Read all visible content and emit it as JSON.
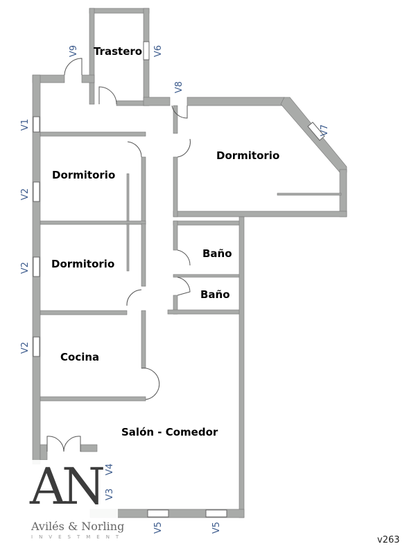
{
  "rooms": {
    "trastero": "Trastero",
    "dormitorio_right": "Dormitorio",
    "dormitorio_left_1": "Dormitorio",
    "dormitorio_left_2": "Dormitorio",
    "bano_1": "Baño",
    "bano_2": "Baño",
    "cocina": "Cocina",
    "salon": "Salón - Comedor"
  },
  "windows": {
    "v9": "V9",
    "v6": "V6",
    "v8": "V8",
    "v1": "V1",
    "v7": "V7",
    "v2a": "V2",
    "v2b": "V2",
    "v2c": "V2",
    "v4": "V4",
    "v3": "V3",
    "v5a": "V5",
    "v5b": "V5"
  },
  "logo": {
    "letters": "AN",
    "name": "Avilés & Norling",
    "sub": "INVESTMENT"
  },
  "version": "v263",
  "colors": {
    "wall": "#a9aba9",
    "label": "#3b5a8c"
  }
}
